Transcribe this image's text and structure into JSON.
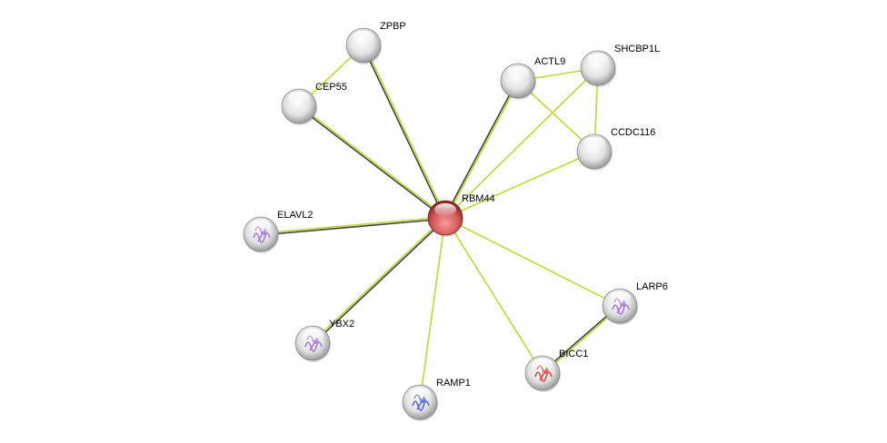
{
  "network": {
    "nodes": [
      {
        "id": "RBM44",
        "label": "RBM44",
        "query": true,
        "structure": null
      },
      {
        "id": "ZPBP",
        "label": "ZPBP",
        "query": false,
        "structure": null
      },
      {
        "id": "CEP55",
        "label": "CEP55",
        "query": false,
        "structure": null
      },
      {
        "id": "ACTL9",
        "label": "ACTL9",
        "query": false,
        "structure": null
      },
      {
        "id": "SHCBP1L",
        "label": "SHCBP1L",
        "query": false,
        "structure": null
      },
      {
        "id": "CCDC116",
        "label": "CCDC116",
        "query": false,
        "structure": null
      },
      {
        "id": "ELAVL2",
        "label": "ELAVL2",
        "query": false,
        "structure": "purple"
      },
      {
        "id": "YBX2",
        "label": "YBX2",
        "query": false,
        "structure": "purple"
      },
      {
        "id": "RAMP1",
        "label": "RAMP1",
        "query": false,
        "structure": "blue"
      },
      {
        "id": "BICC1",
        "label": "BICC1",
        "query": false,
        "structure": "red"
      },
      {
        "id": "LARP6",
        "label": "LARP6",
        "query": false,
        "structure": "purple"
      }
    ],
    "edges": [
      {
        "source": "RBM44",
        "target": "ZPBP",
        "types": [
          "dark",
          "textmining"
        ]
      },
      {
        "source": "RBM44",
        "target": "CEP55",
        "types": [
          "dark",
          "textmining"
        ]
      },
      {
        "source": "ZPBP",
        "target": "CEP55",
        "types": [
          "textmining"
        ]
      },
      {
        "source": "RBM44",
        "target": "ACTL9",
        "types": [
          "dark",
          "textmining"
        ]
      },
      {
        "source": "RBM44",
        "target": "SHCBP1L",
        "types": [
          "textmining"
        ]
      },
      {
        "source": "RBM44",
        "target": "CCDC116",
        "types": [
          "textmining"
        ]
      },
      {
        "source": "ACTL9",
        "target": "SHCBP1L",
        "types": [
          "textmining"
        ]
      },
      {
        "source": "ACTL9",
        "target": "CCDC116",
        "types": [
          "textmining"
        ]
      },
      {
        "source": "SHCBP1L",
        "target": "CCDC116",
        "types": [
          "textmining"
        ]
      },
      {
        "source": "RBM44",
        "target": "ELAVL2",
        "types": [
          "dark",
          "textmining"
        ]
      },
      {
        "source": "RBM44",
        "target": "YBX2",
        "types": [
          "dark",
          "textmining"
        ]
      },
      {
        "source": "RBM44",
        "target": "RAMP1",
        "types": [
          "textmining"
        ]
      },
      {
        "source": "RBM44",
        "target": "BICC1",
        "types": [
          "textmining"
        ]
      },
      {
        "source": "RBM44",
        "target": "LARP6",
        "types": [
          "textmining"
        ]
      },
      {
        "source": "BICC1",
        "target": "LARP6",
        "types": [
          "dark",
          "textmining"
        ]
      }
    ]
  },
  "colors": {
    "textmining": "#c2d633",
    "dark": "#404040",
    "query_node": "#e05a5a",
    "node": "#e6e6e6",
    "purple": "#a070d0",
    "blue": "#4a5ad8",
    "red": "#d83a3a"
  }
}
